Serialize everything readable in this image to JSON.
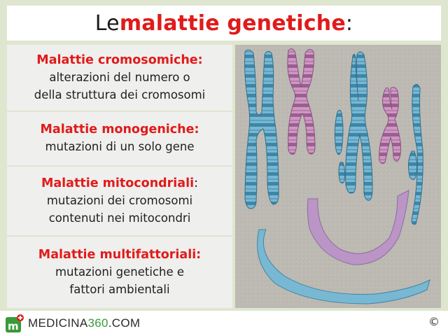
{
  "title": {
    "prefix": "Le ",
    "accent": "malattie genetiche",
    "suffix": ":"
  },
  "categories": [
    {
      "head": "Malattie cromosomiche:",
      "desc_lines": [
        "alterazioni del numero o",
        "della struttura dei cromosomi"
      ]
    },
    {
      "head": "Malattie monogeniche:",
      "desc_lines": [
        "mutazioni di un solo gene"
      ]
    },
    {
      "head": "Malattie mitocondriali",
      "head_colon": ":",
      "desc_lines": [
        "mutazioni dei cromosomi",
        "contenuti nei mitocondri"
      ]
    },
    {
      "head": "Malattie multifattoriali:",
      "desc_lines": [
        "mutazioni genetiche e",
        "fattori ambientali"
      ]
    }
  ],
  "footer": {
    "brand_prefix": "MEDICINA",
    "brand_number": "360",
    "brand_suffix": ".COM",
    "copyright": "©"
  },
  "colors": {
    "accent_red": "#e01b1b",
    "background": "#dfe6d0",
    "card_bg": "#efefed",
    "chromosome_blue": "#6fb0cc",
    "chromosome_pink": "#c48ab8",
    "logo_green": "#3a9a3a"
  }
}
